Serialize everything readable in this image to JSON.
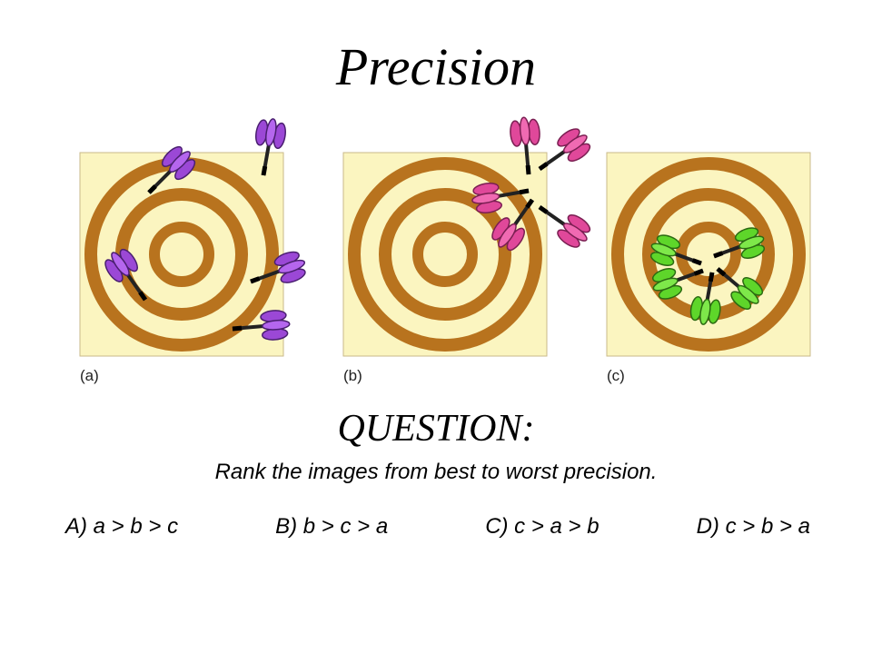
{
  "slide": {
    "title": "Precision",
    "question_heading": "QUESTION:",
    "prompt": "Rank the images from best to worst precision.",
    "choices": [
      "A) a > b > c",
      "B) b > c > a",
      "C) c > a > b",
      "D) c > b > a"
    ]
  },
  "panels": [
    {
      "label": "(a)",
      "dart_color": "#9b48d6",
      "description_icon": "dartboard-icon"
    },
    {
      "label": "(b)",
      "dart_color": "#e0489a",
      "description_icon": "dartboard-icon"
    },
    {
      "label": "(c)",
      "dart_color": "#5ed62a",
      "description_icon": "dartboard-icon"
    }
  ],
  "colors": {
    "board_background": "#fbf5c0",
    "ring": "#b8731e",
    "board_border": "#c9b98a",
    "dart_shaft": "#333333"
  }
}
